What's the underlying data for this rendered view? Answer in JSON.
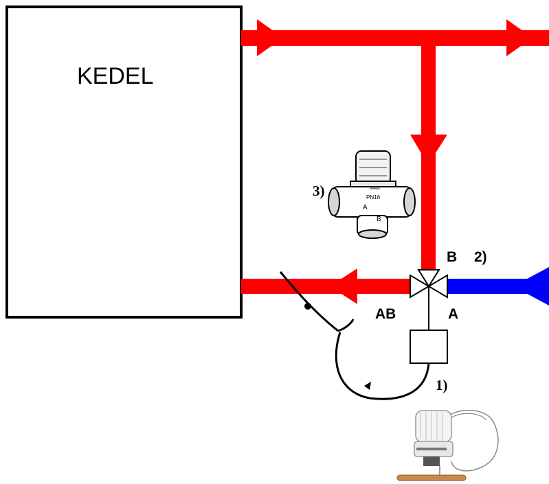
{
  "labels": {
    "boiler": "KEDEL",
    "port_b": "B",
    "note_2": "2)",
    "port_ab": "AB",
    "port_a": "A",
    "note_1": "1)",
    "note_3": "3)"
  },
  "valve_photo_text": {
    "port_a": "A",
    "port_b": "B",
    "pn": "PN16",
    "max": "MAX"
  },
  "colors": {
    "supply_pipe": "#ff0000",
    "return_pipe": "#0000ff",
    "outline": "#000000"
  }
}
